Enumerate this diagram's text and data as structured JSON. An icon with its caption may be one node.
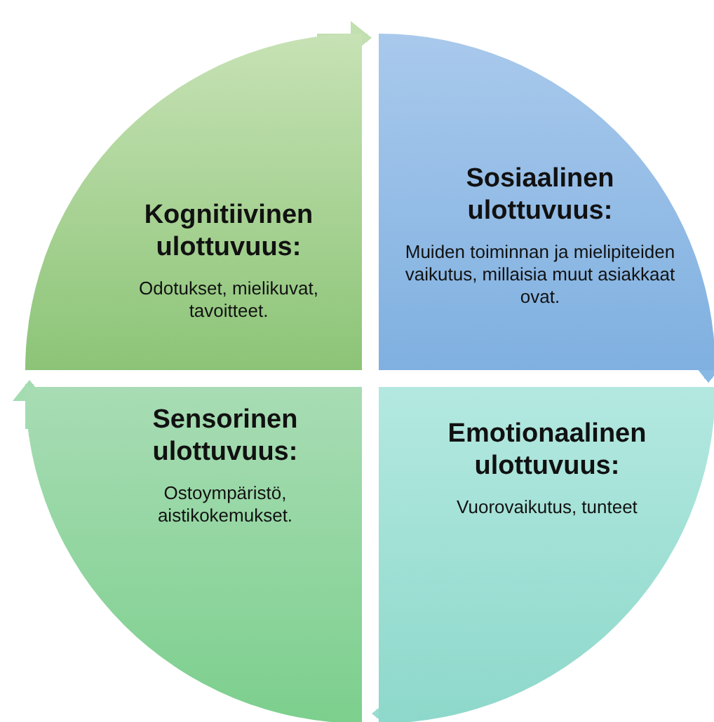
{
  "diagram": {
    "nodes": [
      {
        "text": [
          "Kognitiivinen ulottuvuus:",
          "Odotukset, mielikuvat, tavoitteet."
        ]
      },
      {
        "text": [
          "Sosiaalinen ulottuvuus:",
          "Muiden toiminnan ja mielipiteiden vaikutus, millaisia muut asiakkaat ovat."
        ]
      },
      {
        "text": [
          "Sensorinen ulottuvuus:",
          "Ostoympäristö, aistikokemukset."
        ]
      },
      {
        "text": [
          "Emotionaalinen ulottuvuus:",
          "Vuorovaikutus, tunteet"
        ]
      }
    ],
    "edges": [
      {
        "from": 0,
        "to": 1,
        "arrow": "to"
      },
      {
        "from": 1,
        "to": 3,
        "arrow": "to"
      },
      {
        "from": 3,
        "to": 2,
        "arrow": "to"
      },
      {
        "from": 2,
        "to": 0,
        "arrow": "to"
      }
    ]
  }
}
